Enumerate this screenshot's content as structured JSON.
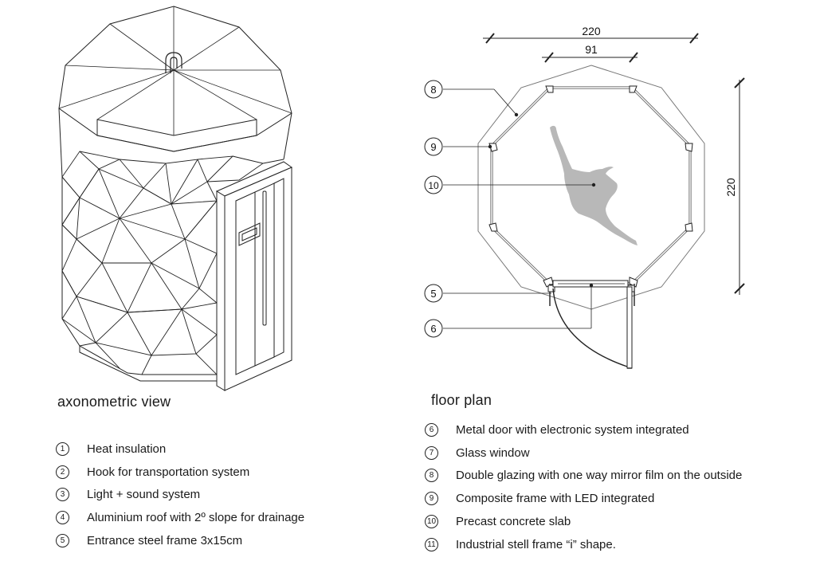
{
  "left": {
    "title": "axonometric view",
    "legend": [
      {
        "num": "1",
        "text": "Heat insulation"
      },
      {
        "num": "2",
        "text": "Hook for transportation system"
      },
      {
        "num": "3",
        "text": "Light + sound system"
      },
      {
        "num": "4",
        "text": "Aluminium roof with 2º slope for drainage"
      },
      {
        "num": "5",
        "text": "Entrance steel frame 3x15cm"
      }
    ]
  },
  "right": {
    "title": "floor plan",
    "legend": [
      {
        "num": "6",
        "text": "Metal door with electronic system integrated"
      },
      {
        "num": "7",
        "text": "Glass window"
      },
      {
        "num": "8",
        "text": "Double glazing with one way mirror film on the outside"
      },
      {
        "num": "9",
        "text": "Composite frame with LED integrated"
      },
      {
        "num": "10",
        "text": "Precast concrete slab"
      },
      {
        "num": "11",
        "text": "Industrial stell frame “i” shape."
      }
    ]
  },
  "plan": {
    "dim_top_outer": "220",
    "dim_top_inner": "91",
    "dim_right": "220",
    "callouts": [
      "8",
      "9",
      "10",
      "5",
      "6"
    ]
  }
}
